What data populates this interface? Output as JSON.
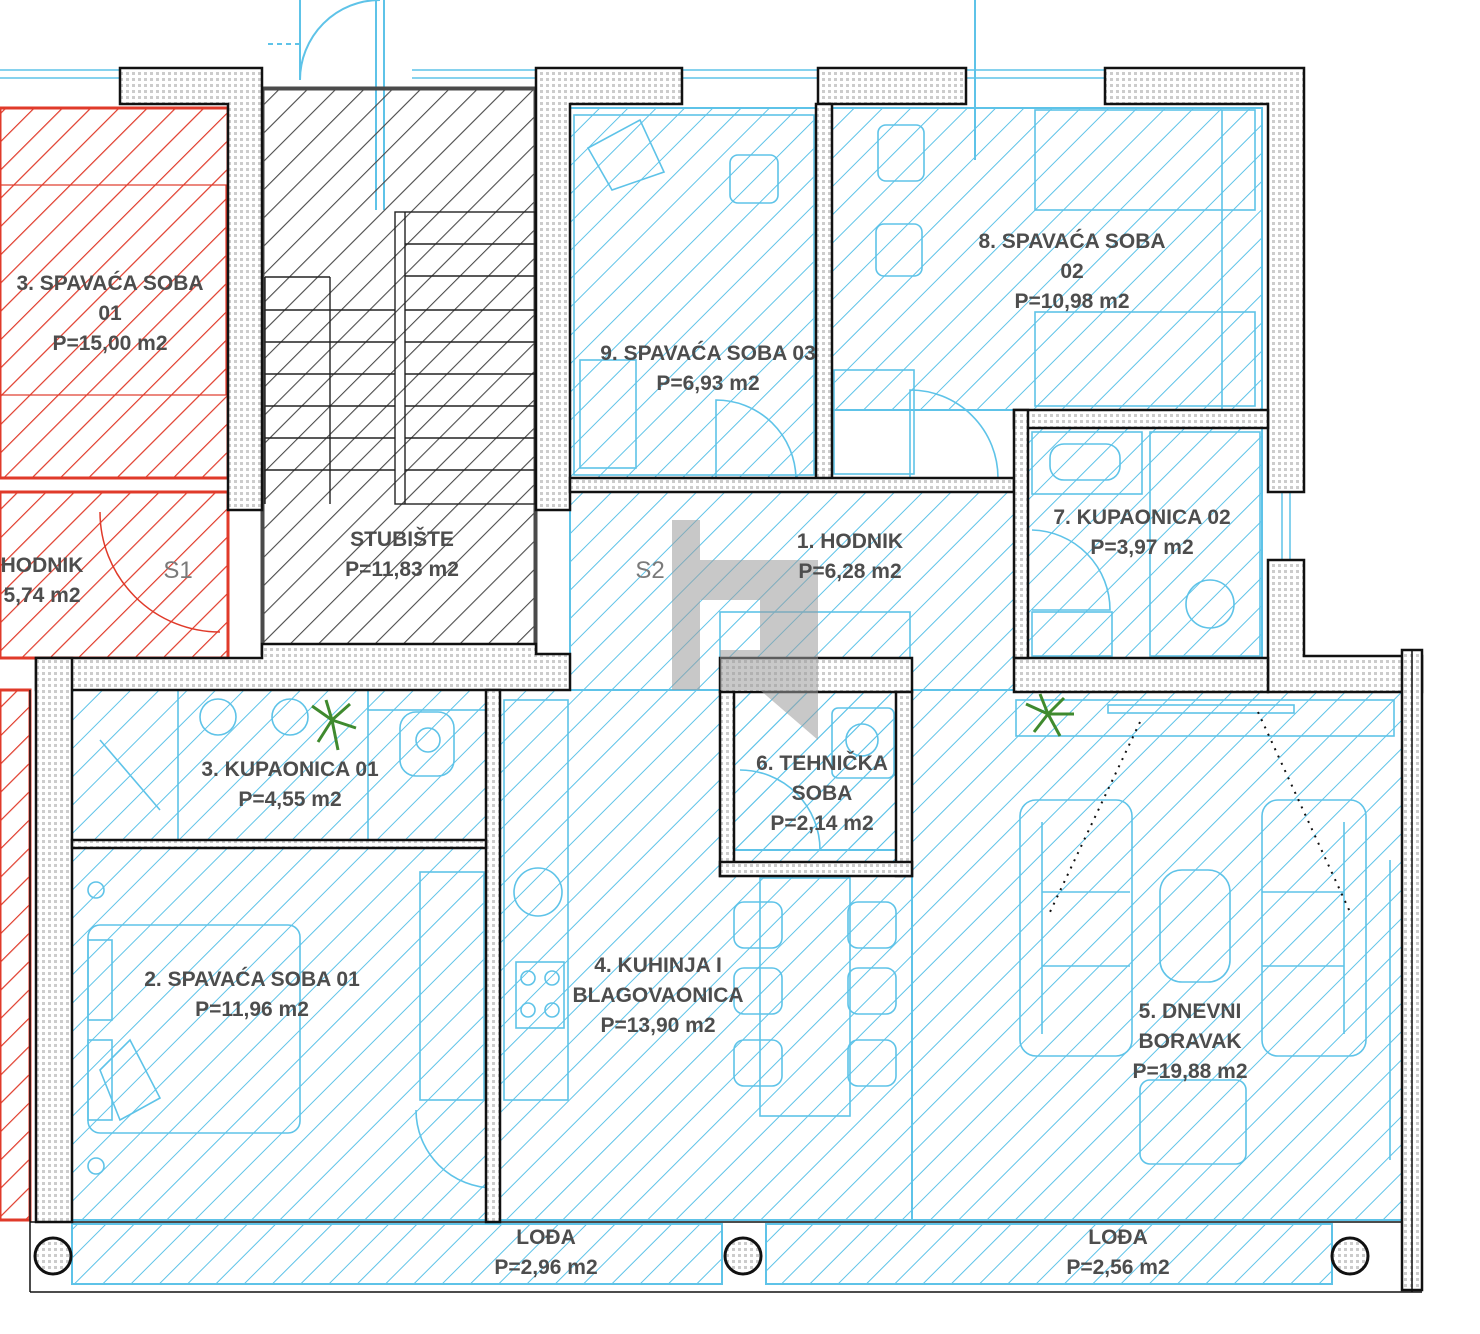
{
  "colors": {
    "blue": "#5ec3e8",
    "red": "#e03a2a",
    "gray": "#4a4a4a",
    "wall": "#111111",
    "watermark": "#9a9a9a",
    "label": "#4d4d4d"
  },
  "rooms": [
    {
      "id": "spavaca-soba-01-upper",
      "lines": [
        "3. SPAVAĆA SOBA",
        "01",
        "P=15,00 m2"
      ]
    },
    {
      "id": "hodnik-left",
      "lines": [
        "HODNIK",
        "5,74 m2"
      ]
    },
    {
      "id": "stubiste",
      "lines": [
        "STUBIŠTE",
        "P=11,83 m2"
      ]
    },
    {
      "id": "spavaca-soba-03",
      "lines": [
        "9. SPAVAĆA SOBA 03",
        "P=6,93 m2"
      ]
    },
    {
      "id": "spavaca-soba-02",
      "lines": [
        "8. SPAVAĆA SOBA",
        "02",
        "P=10,98 m2"
      ]
    },
    {
      "id": "hodnik",
      "lines": [
        "1. HODNIK",
        "P=6,28 m2"
      ]
    },
    {
      "id": "kupaonica-02",
      "lines": [
        "7. KUPAONICA 02",
        "P=3,97 m2"
      ]
    },
    {
      "id": "kupaonica-01",
      "lines": [
        "3. KUPAONICA 01",
        "P=4,55 m2"
      ]
    },
    {
      "id": "tehnicka-soba",
      "lines": [
        "6. TEHNIČKA",
        "SOBA",
        "P=2,14 m2"
      ]
    },
    {
      "id": "spavaca-soba-01",
      "lines": [
        "2. SPAVAĆA SOBA 01",
        "P=11,96 m2"
      ]
    },
    {
      "id": "kuhinja",
      "lines": [
        "4. KUHINJA I",
        "BLAGOVAONICA",
        "P=13,90 m2"
      ]
    },
    {
      "id": "dnevni-boravak",
      "lines": [
        "5. DNEVNI",
        "BORAVAK",
        "P=19,88 m2"
      ]
    },
    {
      "id": "loda-left",
      "lines": [
        "LOĐA",
        "P=2,96 m2"
      ]
    },
    {
      "id": "loda-right",
      "lines": [
        "LOĐA",
        "P=2,56 m2"
      ]
    }
  ],
  "stair_marks": [
    "S1",
    "S2"
  ]
}
